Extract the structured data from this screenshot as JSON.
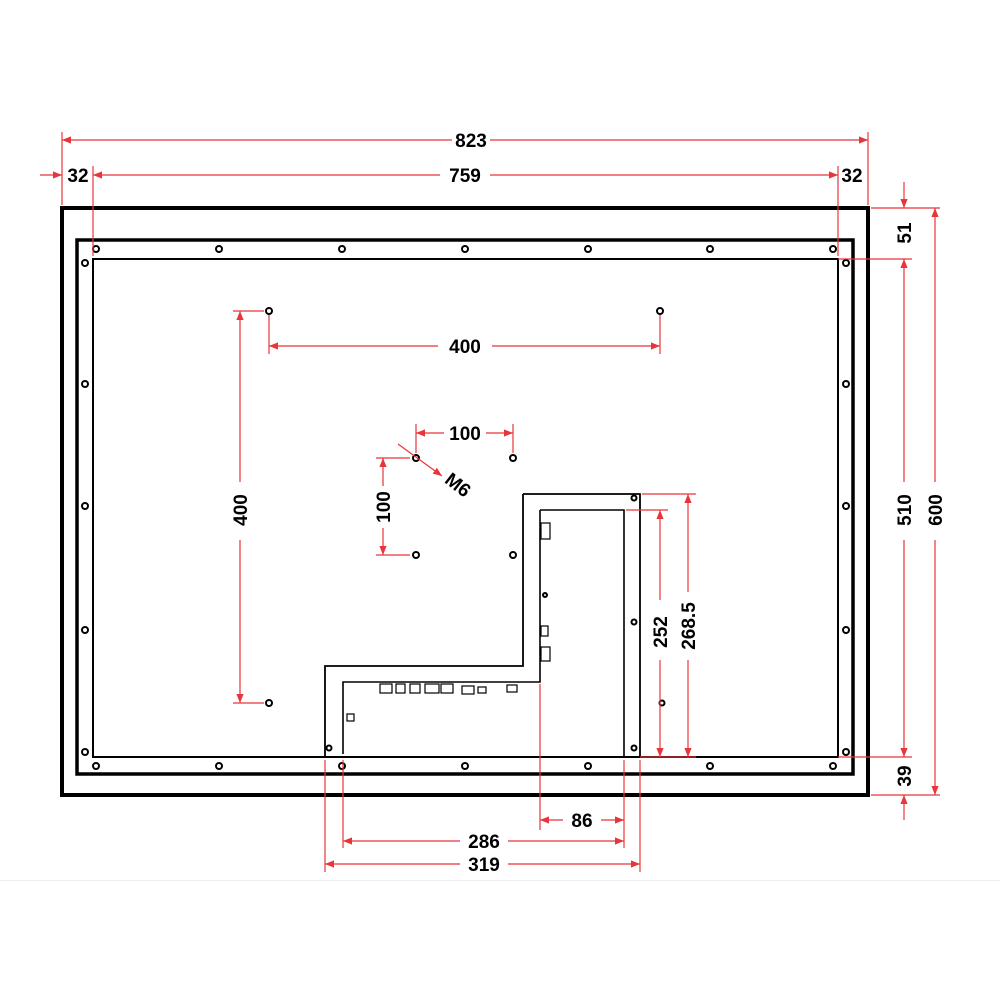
{
  "drawing": {
    "colors": {
      "outline": "#000000",
      "dimension": "#e8343a",
      "background": "#ffffff"
    },
    "dimensions": {
      "overall_width": "823",
      "frame_left": "32",
      "inner_width": "759",
      "frame_right": "32",
      "top_border": "51",
      "inner_height": "510",
      "overall_height": "600",
      "bottom_border": "39",
      "vesa_width": "400",
      "vesa_height": "400",
      "small_width": "100",
      "small_height": "100",
      "screw_thread": "M6",
      "panel_height_252": "252",
      "panel_height_268_5": "268.5",
      "panel_width_86": "86",
      "panel_width_286": "286",
      "panel_width_319": "319"
    }
  }
}
